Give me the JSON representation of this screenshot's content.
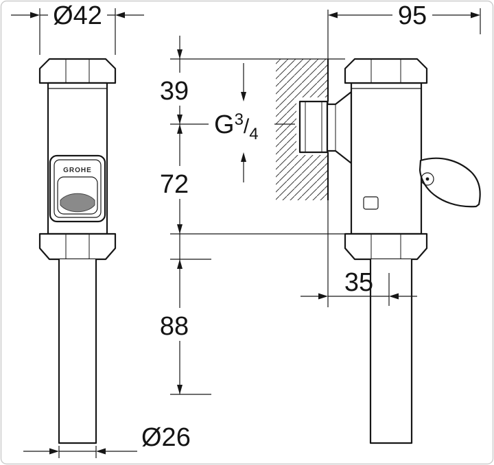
{
  "page": {
    "background": "#ffffff",
    "border_color": "#cdcdcd"
  },
  "drawing": {
    "name": "flush-valve-dimensional-drawing",
    "brand_label": "GROHE",
    "dimensions": {
      "diameter_top": "Ø42",
      "wall_offset": "95",
      "top_to_inlet": "39",
      "thread": {
        "prefix": "G",
        "numerator": "3",
        "slash": "/",
        "denominator": "4"
      },
      "inlet_to_bottom": "72",
      "wall_to_pipe": "35",
      "pipe_length": "88",
      "diameter_pipe": "Ø26"
    }
  }
}
